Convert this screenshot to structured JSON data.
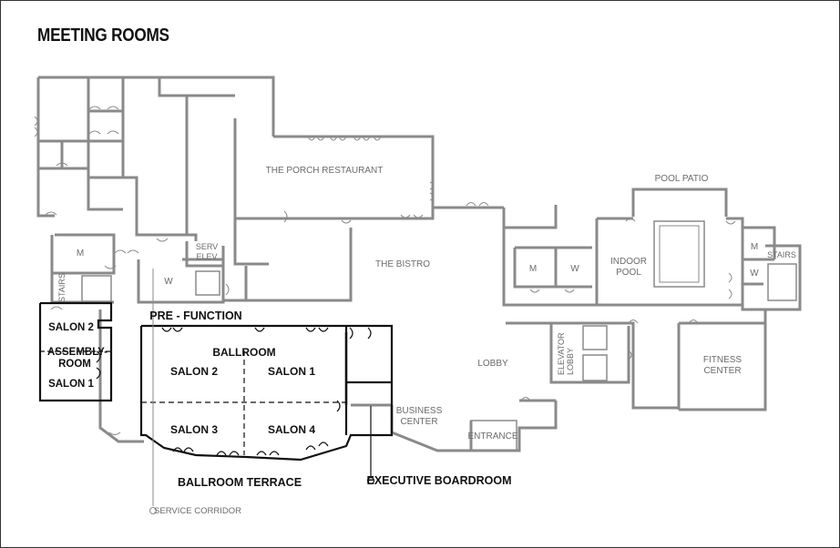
{
  "title": "MEETING ROOMS",
  "labels": {
    "porch_restaurant": "THE PORCH RESTAURANT",
    "bistro": "THE BISTRO",
    "pool_patio": "POOL PATIO",
    "indoor_pool": "INDOOR POOL",
    "lobby": "LOBBY",
    "fitness_center": "FITNESS CENTER",
    "business_center": "BUSINESS CENTER",
    "entrance": "ENTRANCE",
    "serv_elev": "SERV ELEV",
    "stairs_left": "STAIRS",
    "stairs_right": "STAIRS",
    "elevator_lobby": "ELEVATOR LOBBY",
    "m_left": "M",
    "w_left": "W",
    "m_mid": "M",
    "w_mid": "W",
    "m_right": "M",
    "w_right": "W",
    "service_corridor": "SERVICE CORRIDOR"
  },
  "meeting_rooms": {
    "pre_function": "PRE - FUNCTION",
    "ballroom": "BALLROOM",
    "salon_1": "SALON 1",
    "salon_2": "SALON 2",
    "salon_3": "SALON 3",
    "salon_4": "SALON 4",
    "ballroom_terrace": "BALLROOM TERRACE",
    "executive_boardroom": "EXECUTIVE BOARDROOM",
    "assembly_salon_2": "SALON 2",
    "assembly_room": "ASSEMBLY-ROOM",
    "assembly_salon_1": "SALON 1"
  },
  "colors": {
    "wall": "#8a8a8a",
    "highlight": "#111111",
    "label_gray": "#6b6b6b"
  }
}
